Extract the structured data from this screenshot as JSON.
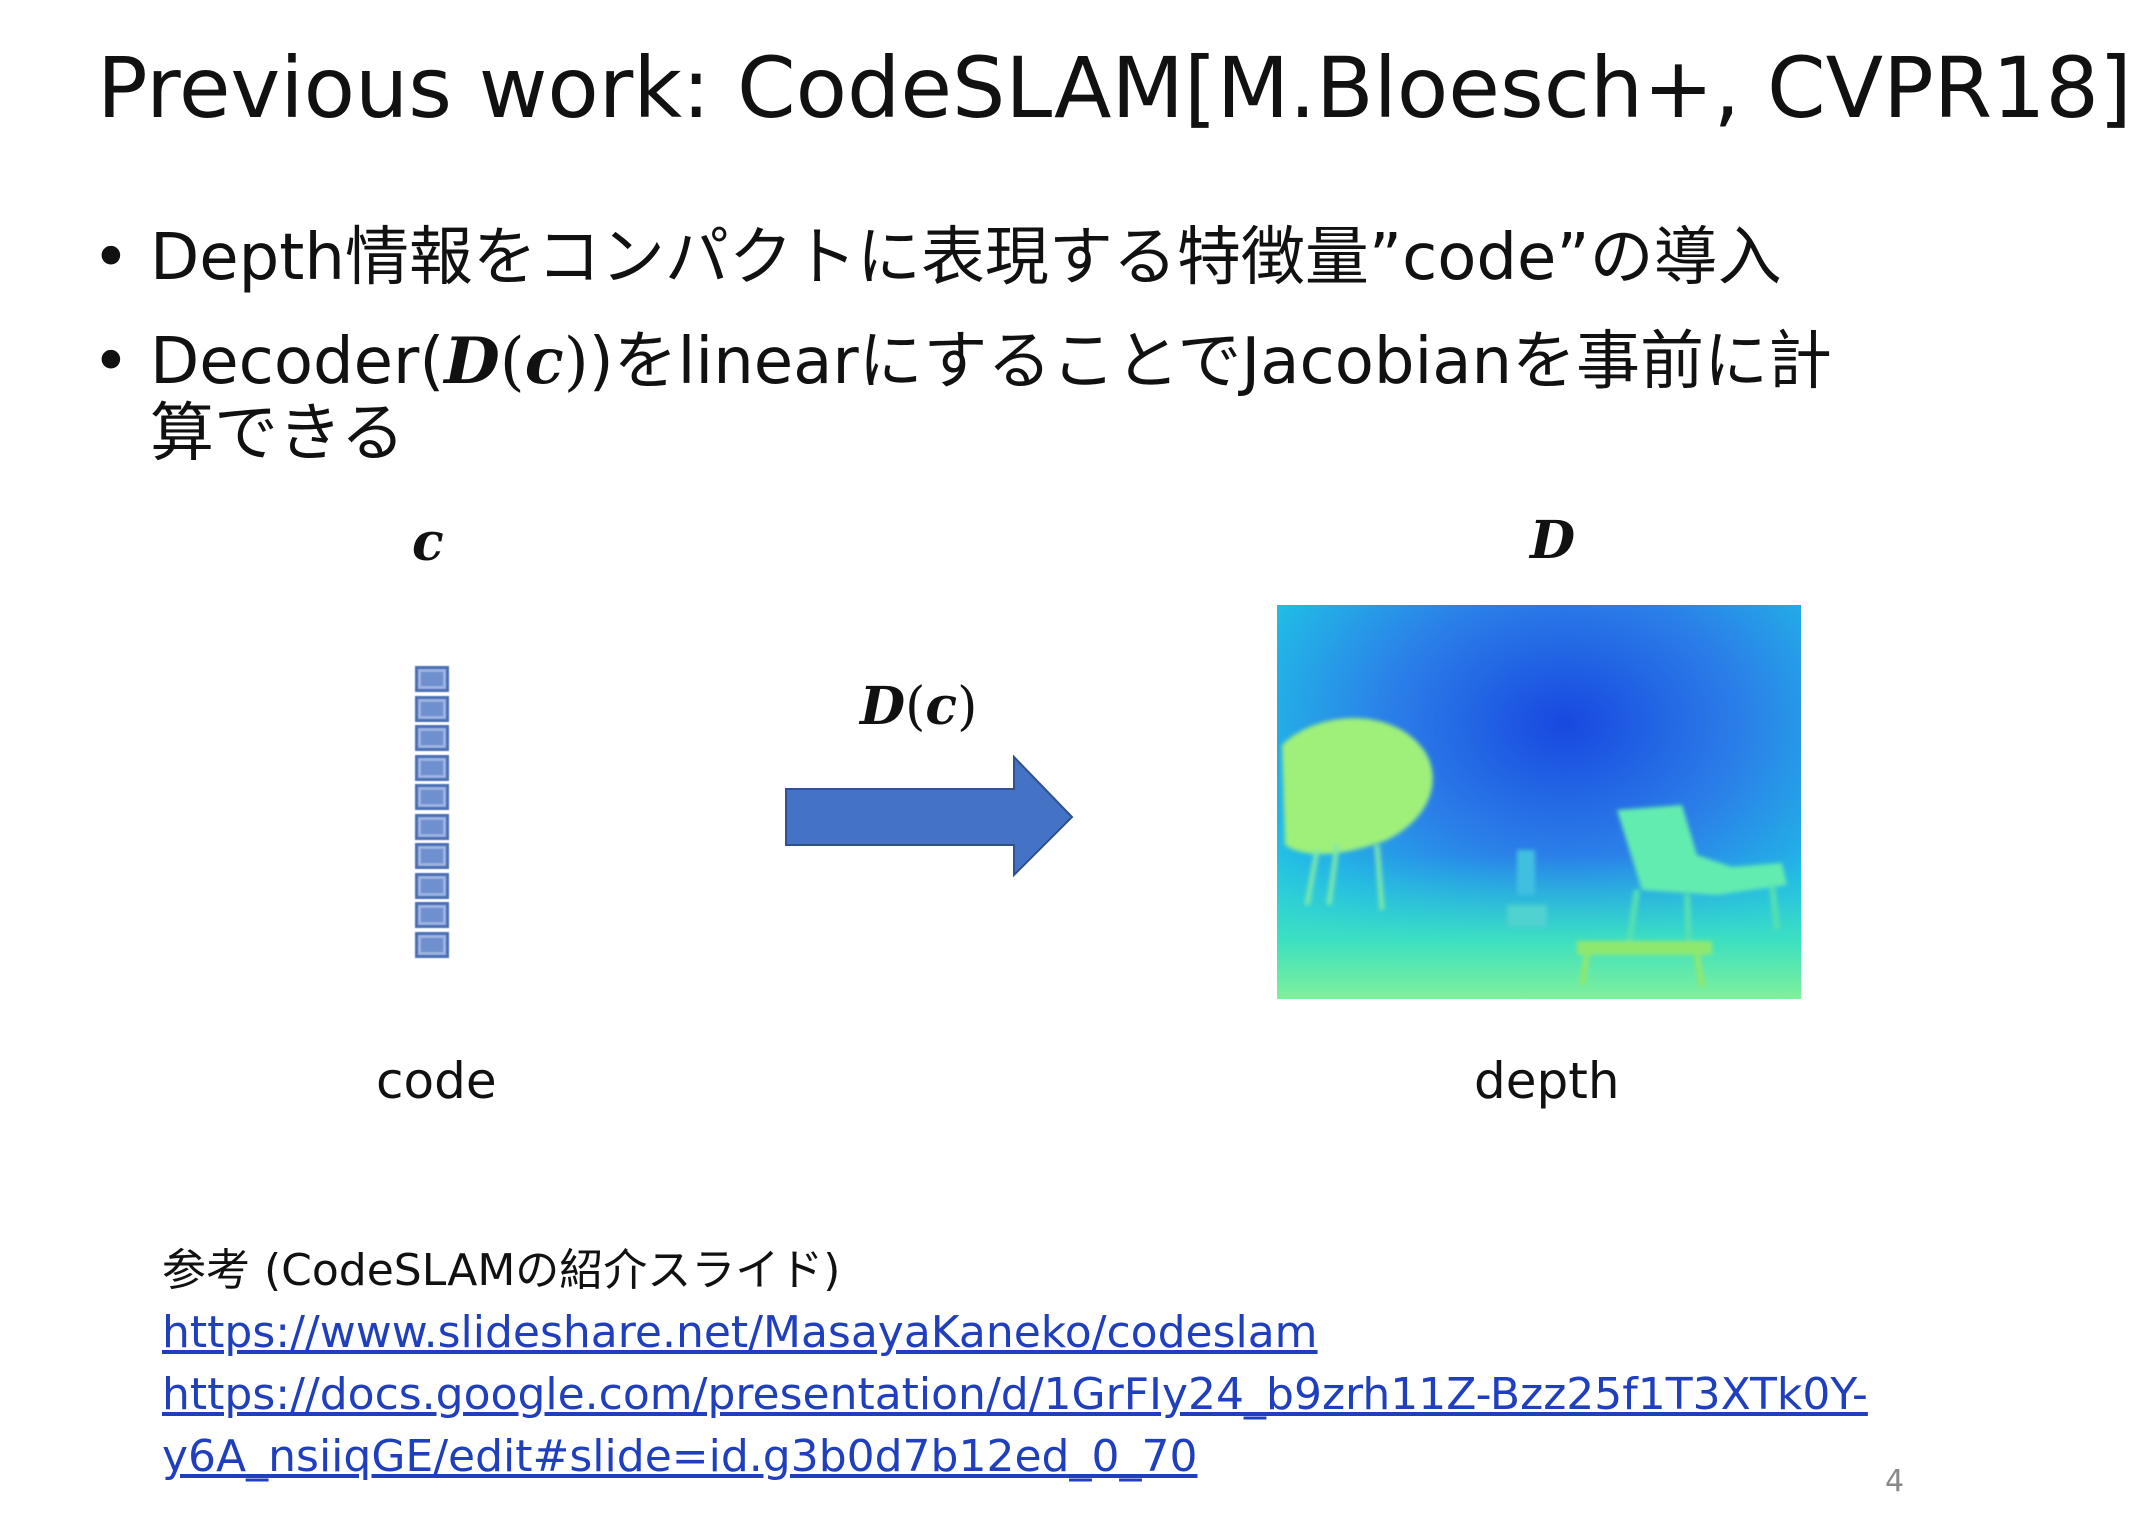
{
  "slide": {
    "title": "Previous work: CodeSLAM[M.Bloesch+, CVPR18]",
    "bullets": [
      {
        "text": "Depth情報をコンパクトに表現する特徴量”code”の導入"
      },
      {
        "prefix": "Decoder(",
        "D": "D",
        "open": "(",
        "c": "c",
        "close": ")",
        "suffix_line1": ")をlinearにすることでJacobianを事前に計",
        "suffix_line2": "算できる"
      }
    ],
    "bullet_marker": "•"
  },
  "diagram": {
    "code_symbol": "c",
    "depth_symbol": "D",
    "arrow_label_D": "D",
    "arrow_label_open": "(",
    "arrow_label_c": "c",
    "arrow_label_close": ")",
    "code_caption": "code",
    "depth_caption": "depth",
    "code_cells": 10,
    "arrow_color": "#4472c4"
  },
  "references": {
    "heading": "参考 (CodeSLAMの紹介スライド)",
    "link1": "https://www.slideshare.net/MasayaKaneko/codeslam",
    "link2_line1": "https://docs.google.com/presentation/d/1GrFIy24_b9zrh11Z-Bzz25f1T3XTk0Y-",
    "link2_line2": "y6A_nsiiqGE/edit#slide=id.g3b0d7b12ed_0_70"
  },
  "page_number": "4"
}
